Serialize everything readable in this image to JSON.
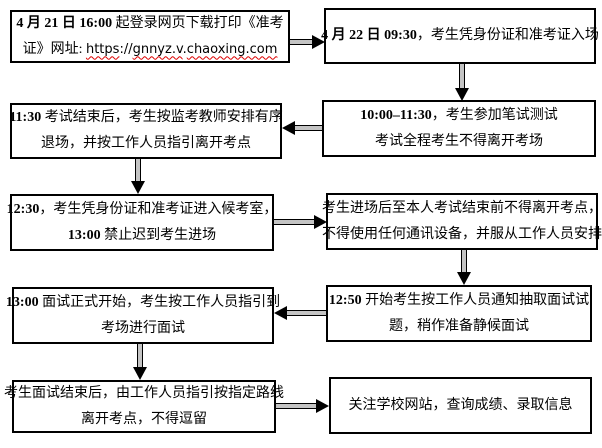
{
  "colors": {
    "box_border": "#000000",
    "arrow_head": "#000000",
    "arrow_shaft_fill": "#c4c4c4",
    "spellcheck_underline": "#dd0000",
    "background": "#ffffff"
  },
  "boxes": {
    "b1": {
      "l1a": "4 月 21 日 16:00",
      "l1b": " 起登录网页下载打印《准考",
      "l2a": "证》网址: ",
      "u1": "https",
      "u2": "://",
      "u3": "gnnyz.v",
      "u4": ".",
      "u5": "chaoxing.com"
    },
    "b2": {
      "l1a": "4 月 22 日 09:30",
      "l1b": "，考生凭身份证和准考证入场"
    },
    "b3": {
      "l1a": "10:00–11:30",
      "l1b": "，考生参加笔试测试",
      "l2": "考试全程考生不得离开考场"
    },
    "b4": {
      "l1a": "11:30",
      "l1b": " 考试结束后，考生按监考教师安排有序",
      "l2": "退场，并按工作人员指引离开考点"
    },
    "b5": {
      "l1a": "12:30",
      "l1b": "，考生凭身份证和准考证进入候考室，",
      "l2a": "13:00",
      "l2b": " 禁止迟到考生进场"
    },
    "b6": {
      "l1": "考生进场后至本人考试结束前不得离开考点，",
      "l2": "不得使用任何通讯设备，并服从工作人员安排"
    },
    "b7": {
      "l1a": "12:50",
      "l1b": " 开始考生按工作人员通知抽取面试试",
      "l2": "题，稍作准备静候面试"
    },
    "b8": {
      "l1a": "13:00",
      "l1b": " 面试正式开始，考生按工作人员指引到",
      "l2": "考场进行面试"
    },
    "b9": {
      "l1": "考生面试结束后，由工作人员指引按指定路线",
      "l2": "离开考点，不得逗留"
    },
    "b10": {
      "l1": "关注学校网站，查询成绩、录取信息"
    }
  }
}
